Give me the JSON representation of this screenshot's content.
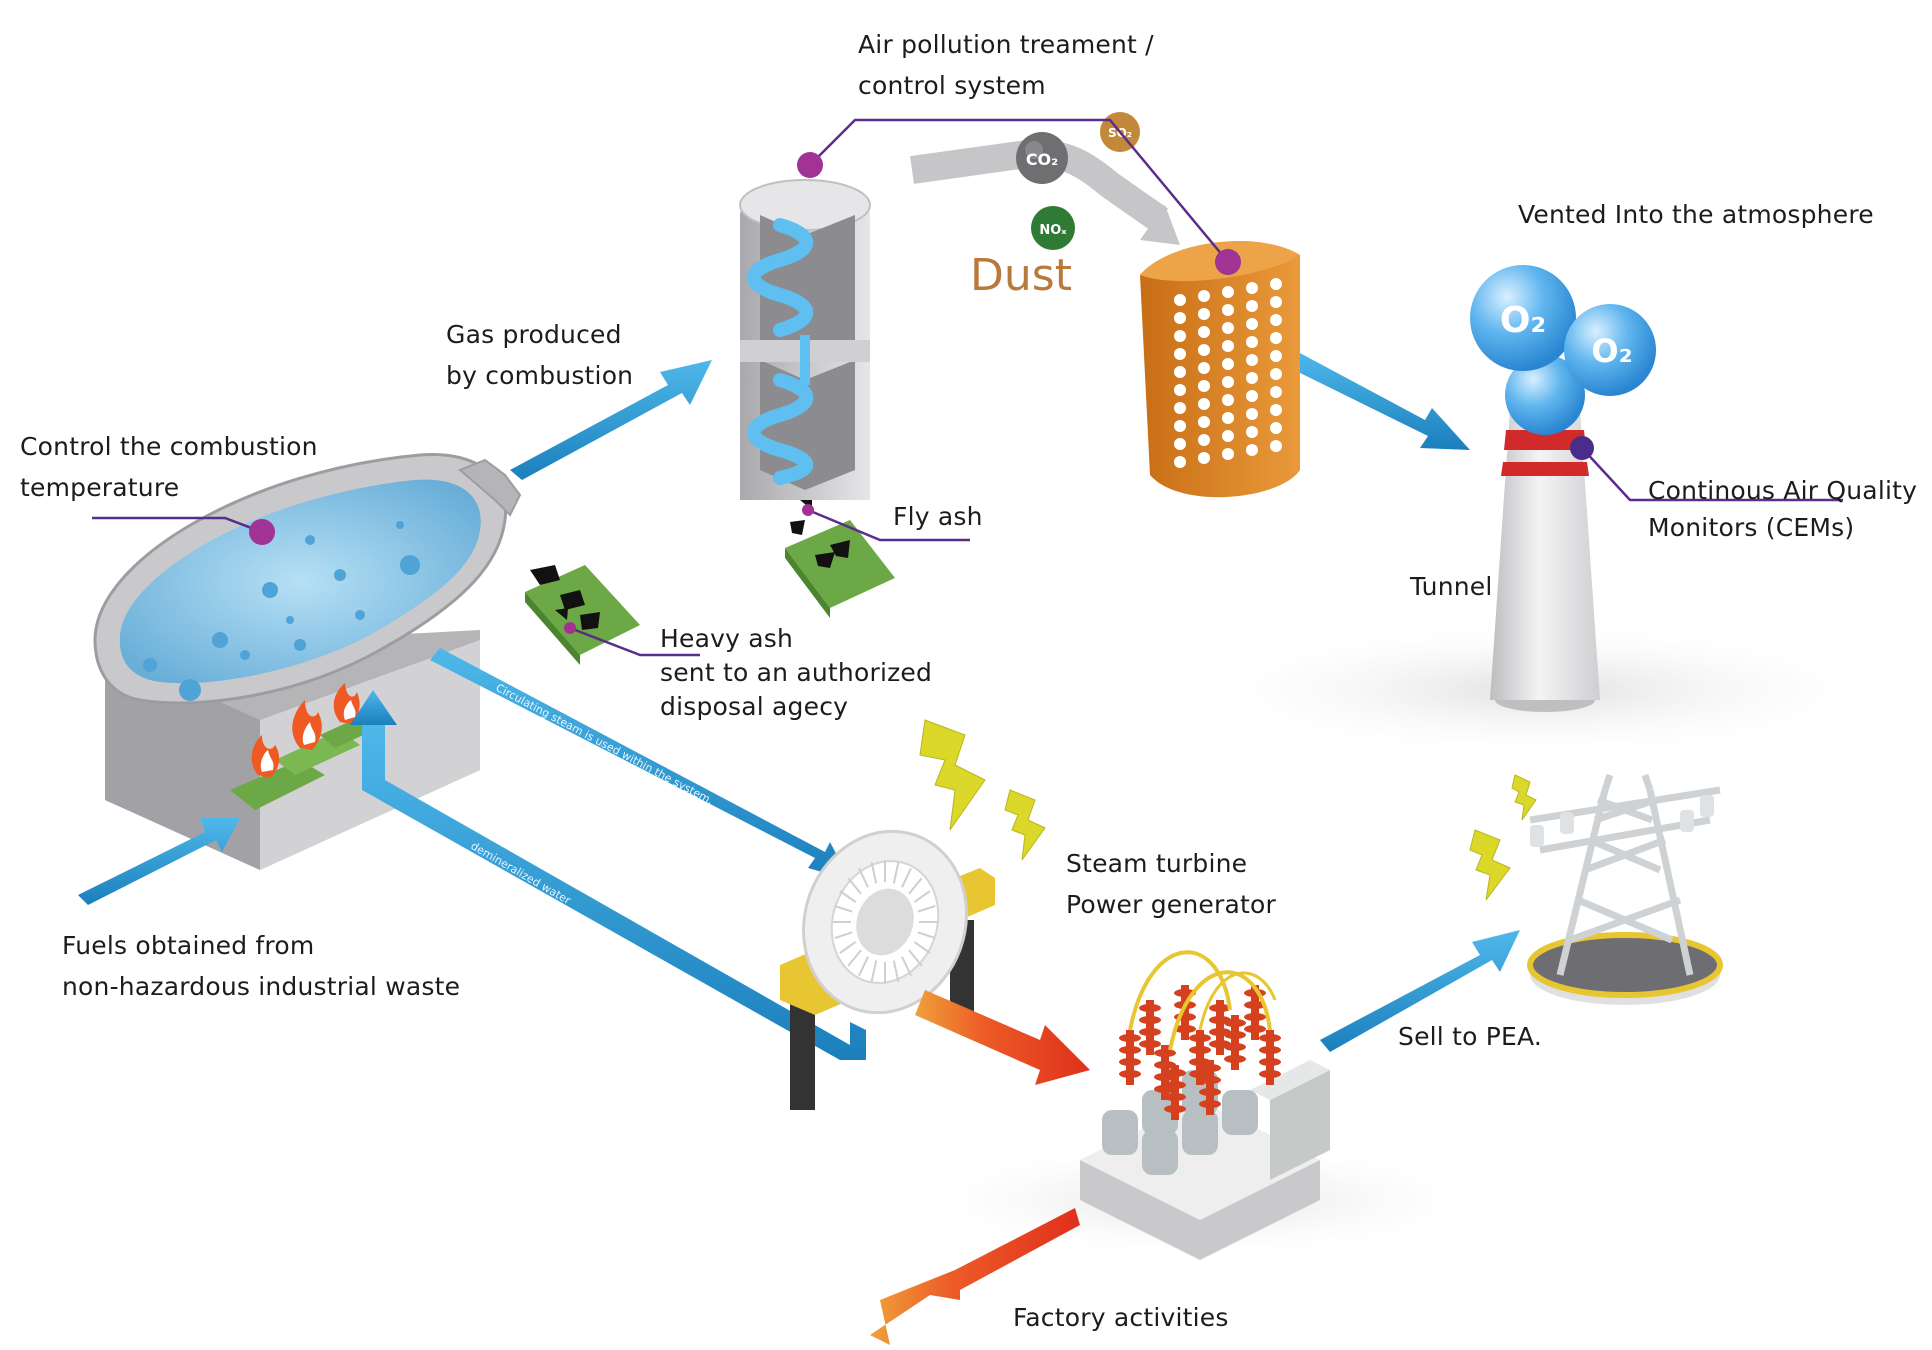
{
  "labels": {
    "air_pollution": [
      "Air pollution treament /",
      "control system"
    ],
    "vented": "Vented Into the atmosphere",
    "gas_produced": [
      "Gas produced",
      "by combustion"
    ],
    "control_temp": [
      "Control the combustion",
      "temperature"
    ],
    "fly_ash": "Fly ash",
    "continuous_monitors": [
      "Continous Air Quality",
      "Monitors (CEMs)"
    ],
    "tunnel": "Tunnel",
    "heavy_ash": [
      "Heavy ash",
      "sent to an authorized",
      "disposal agecy"
    ],
    "steam_turbine": [
      "Steam turbine",
      "Power generator"
    ],
    "fuels": [
      "Fuels obtained from",
      "non-hazardous industrial waste"
    ],
    "sell_pea": "Sell to PEA.",
    "factory": "Factory activities",
    "dust": "Dust"
  },
  "pipe_labels": {
    "circulating": "Circulating steam is used within the system.",
    "demineralized": "demineralized water"
  },
  "chemicals": {
    "co2": "CO₂",
    "so2": "SO₂",
    "nox": "NOₓ",
    "o2": "O₂"
  },
  "colors": {
    "blue_arrow": "#2a9bd6",
    "red_arrow": "#e8391f",
    "callout": "#5a2d8a",
    "dot": "#a03393",
    "orange_filter": "#de8a24",
    "grey_equipment": "#c8c8cb",
    "water": "#8ec8e8",
    "green_tray": "#6ca845",
    "lightning": "#dbd82a",
    "dust_text": "#b87a3c"
  }
}
